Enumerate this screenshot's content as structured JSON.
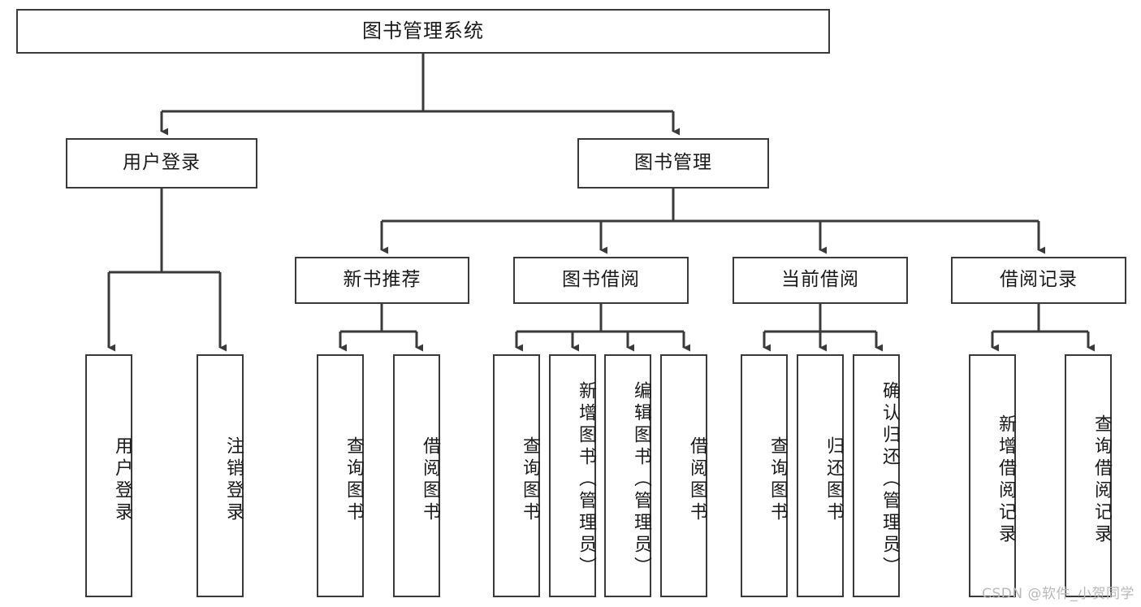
{
  "diagram": {
    "title": "图书管理系统",
    "type": "hierarchy-tree",
    "colors": {
      "stroke": "#3a3a3a",
      "fill": "#ffffff",
      "text": "#1a1a1a",
      "watermark": "#b9b9b9"
    },
    "root": {
      "label": "图书管理系统"
    },
    "level2": [
      {
        "label": "用户登录"
      },
      {
        "label": "图书管理"
      }
    ],
    "level3": [
      {
        "label": "新书推荐"
      },
      {
        "label": "图书借阅"
      },
      {
        "label": "当前借阅"
      },
      {
        "label": "借阅记录"
      }
    ],
    "leaves_user_login": [
      {
        "label": "用户登录"
      },
      {
        "label": "注销登录"
      }
    ],
    "leaves_new_book": [
      {
        "label": "查询图书"
      },
      {
        "label": "借阅图书"
      }
    ],
    "leaves_borrow": [
      {
        "label": "查询图书"
      },
      {
        "label": "新增图书（管理员）"
      },
      {
        "label": "编辑图书（管理员）"
      },
      {
        "label": "借阅图书"
      }
    ],
    "leaves_current": [
      {
        "label": "查询图书"
      },
      {
        "label": "归还图书"
      },
      {
        "label": "确认归还（管理员）"
      }
    ],
    "leaves_record": [
      {
        "label": "新增借阅记录"
      },
      {
        "label": "查询借阅记录"
      }
    ]
  },
  "watermark": {
    "text": "CSDN @软件_小贺同学"
  }
}
